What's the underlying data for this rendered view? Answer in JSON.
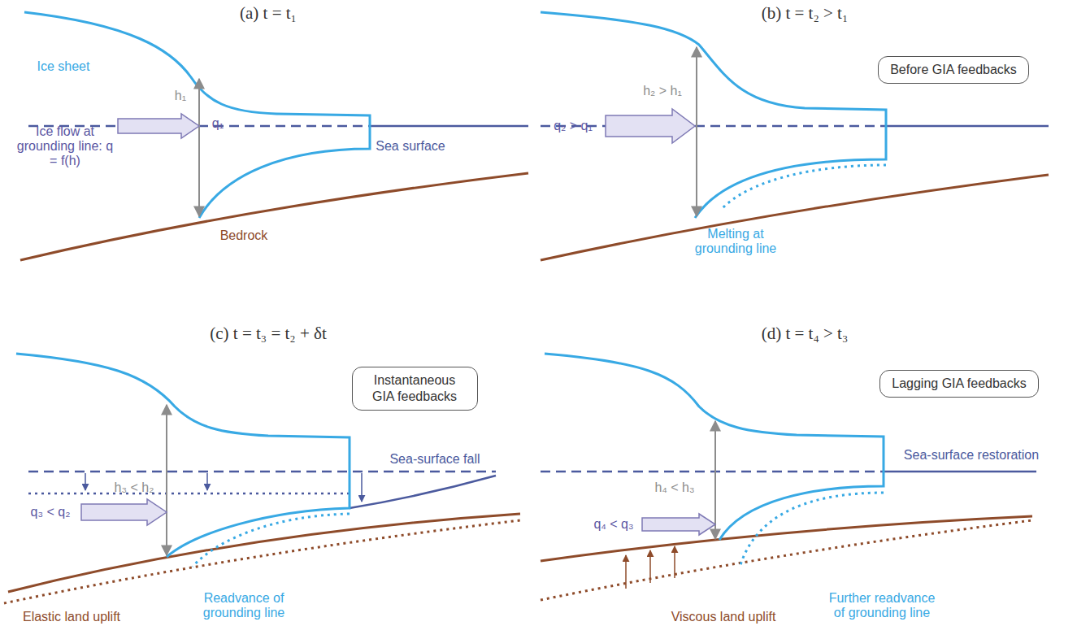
{
  "diagram": {
    "nodes": [
      {
        "text": [
          "Before GIA feedbacks"
        ]
      },
      {
        "text": [
          "Instantaneous GIA feedbacks"
        ]
      },
      {
        "text": [
          "Lagging GIA feedbacks"
        ]
      }
    ],
    "labels": [
      "(a) t = t₁",
      "Ice sheet",
      "h₁",
      "Sea surface",
      "Ice flow at grounding line: q = f(h)",
      "q₁",
      "Bedrock",
      "(b) t = t₂ > t₁",
      "h₂ > h₁",
      "q₂ > q₁",
      "Melting at grounding line",
      "(c) t = t₃ = t₂ + δt",
      "h₃ < h₂",
      "Sea-surface fall",
      "q₃ < q₂",
      "Readvance of grounding line",
      "Elastic land uplift",
      "(d) t = t₄ > t₃",
      "h₄ < h₃",
      "Sea-surface restoration",
      "q₄ < q₃",
      "Further readvance of grounding line",
      "Viscous land uplift"
    ]
  }
}
